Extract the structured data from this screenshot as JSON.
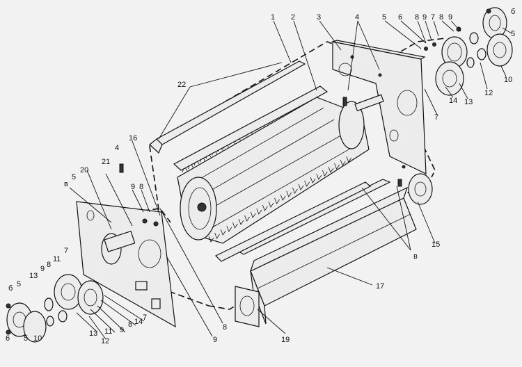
{
  "callouts": {
    "c1": "1",
    "c2": "2",
    "c3": "3",
    "c4_top": "4",
    "c5_top": "5",
    "c6_top": "6",
    "c8_top": "8",
    "c9_top": "9",
    "c7_top": "7",
    "c8_top2": "8",
    "c9_top2": "9",
    "c_b_top": "б",
    "c5_tr": "5",
    "c10_tr": "10",
    "c12_tr": "12",
    "c13_tr": "13",
    "c14_tr": "14",
    "c7_mid": "7",
    "c22": "22",
    "c16": "16",
    "c4_left": "4",
    "c20": "20",
    "c21": "21",
    "c5_left": "5",
    "c_v_left": "в",
    "c9_left": "9",
    "c8_left": "8",
    "c7_left": "7",
    "c11_l": "11",
    "c8_l2": "8",
    "c9_l2": "9",
    "c13_l": "13",
    "c5_l": "5",
    "c_b_l": "б",
    "c6_b": "6",
    "c5_b": "5",
    "c10_b": "10",
    "c13_b": "13",
    "c12_b": "12",
    "c11_b": "11",
    "c9_b": "9",
    "c8_b": "8",
    "c14_b": "14",
    "c7_b": "7",
    "c8_bot": "8",
    "c9_bot": "9",
    "c15": "15",
    "c_v_mid": "в",
    "c17": "17",
    "c19": "19"
  }
}
